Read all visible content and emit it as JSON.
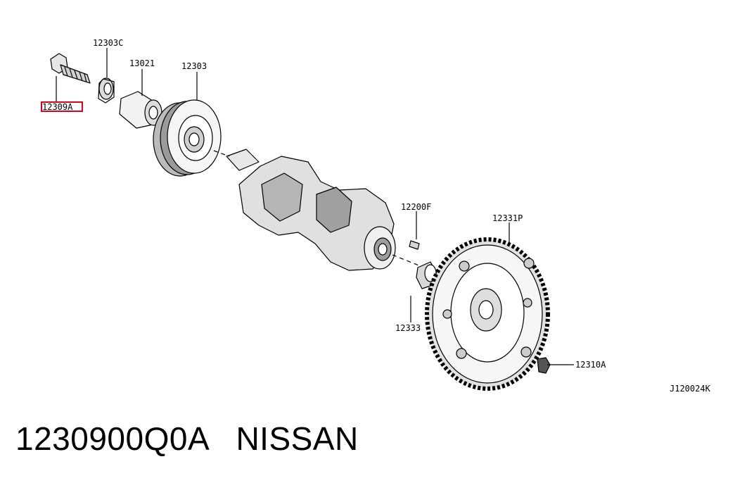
{
  "diagram": {
    "callouts": {
      "bolt": "12309A",
      "washer": "12303C",
      "key": "13021",
      "pulley": "12303",
      "pin": "12200F",
      "flywheel": "12331P",
      "bushing": "12333",
      "flywheel_bolt": "12310A"
    },
    "highlighted_part": "12309A",
    "highlight_color": "#e0001a",
    "figure_id": "J120024K"
  },
  "caption": {
    "part_number": "1230900Q0A",
    "brand": "NISSAN"
  }
}
